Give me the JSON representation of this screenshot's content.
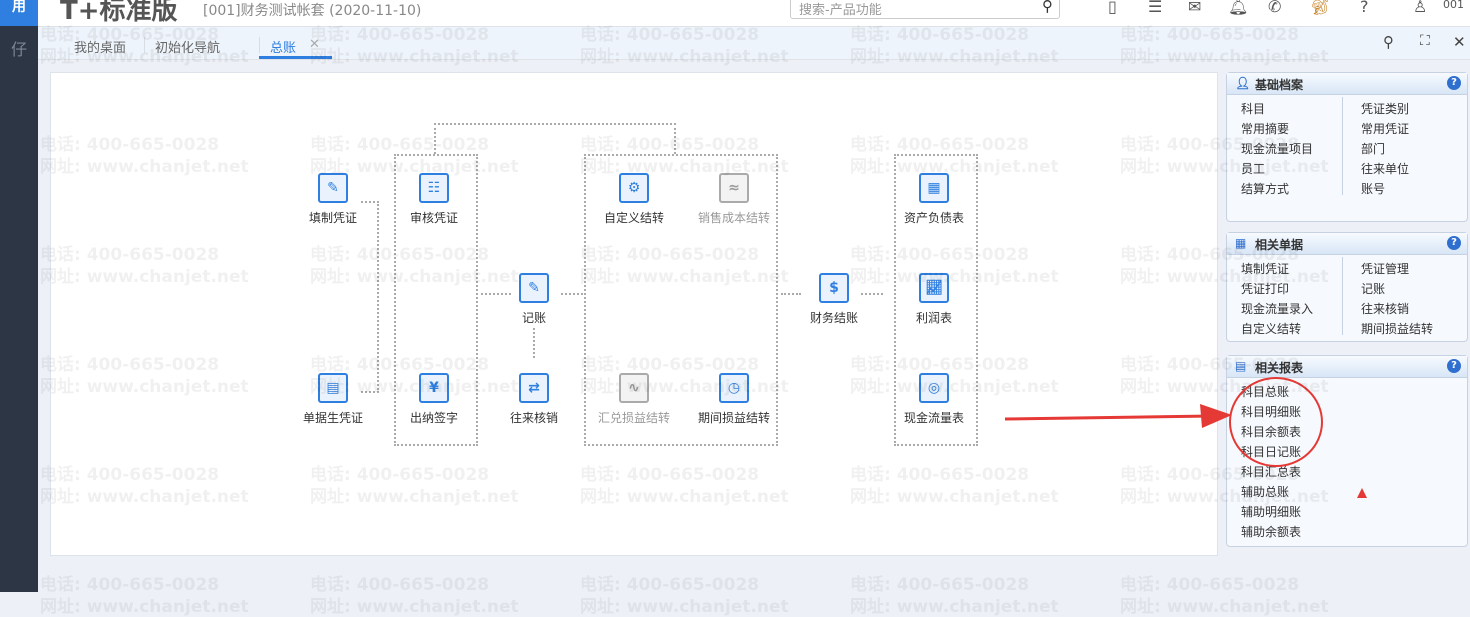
{
  "app": {
    "logo": "用",
    "brand": "T+标准版",
    "account": "[001]财务测试帐套  (2020-11-10)",
    "sidebar_item": "仔"
  },
  "search": {
    "placeholder": "搜索-产品功能"
  },
  "user": {
    "code": "001"
  },
  "tabs": [
    {
      "label": "我的桌面"
    },
    {
      "label": "初始化导航"
    },
    {
      "label": "总账",
      "active": true
    }
  ],
  "flow": {
    "nodes": [
      {
        "label": "填制凭证",
        "icon": "voucher-edit-icon"
      },
      {
        "label": "单据生凭证",
        "icon": "receipt-voucher-icon"
      },
      {
        "label": "审核凭证",
        "icon": "audit-icon"
      },
      {
        "label": "出纳签字",
        "icon": "cashier-sign-icon"
      },
      {
        "label": "记账",
        "icon": "post-ledger-icon"
      },
      {
        "label": "往来核销",
        "icon": "write-off-icon"
      },
      {
        "label": "自定义结转",
        "icon": "custom-transfer-icon"
      },
      {
        "label": "销售成本结转",
        "icon": "sales-cost-icon",
        "disabled": true
      },
      {
        "label": "汇兑损益结转",
        "icon": "exchange-icon",
        "disabled": true
      },
      {
        "label": "期间损益结转",
        "icon": "period-pl-icon"
      },
      {
        "label": "财务结账",
        "icon": "close-books-icon"
      },
      {
        "label": "资产负债表",
        "icon": "balance-sheet-icon"
      },
      {
        "label": "利润表",
        "icon": "income-statement-icon"
      },
      {
        "label": "现金流量表",
        "icon": "cash-flow-icon"
      }
    ]
  },
  "panels": [
    {
      "title": "基础档案",
      "left": [
        "科目",
        "常用摘要",
        "现金流量项目",
        "员工",
        "结算方式"
      ],
      "right": [
        "凭证类别",
        "常用凭证",
        "部门",
        "往来单位",
        "账号"
      ]
    },
    {
      "title": "相关单据",
      "left": [
        "填制凭证",
        "凭证打印",
        "现金流量录入",
        "自定义结转"
      ],
      "right": [
        "凭证管理",
        "记账",
        "往来核销",
        "期间损益结转"
      ]
    },
    {
      "title": "相关报表",
      "left": [
        "科目总账",
        "科目明细账",
        "科目余额表",
        "科目日记账",
        "科目汇总表",
        "辅助总账",
        "辅助明细账",
        "辅助余额表"
      ],
      "right": []
    }
  ],
  "watermark": {
    "phone": "电话: 400-665-0028",
    "site": "网址: www.chanjet.net"
  },
  "colors": {
    "accent": "#2f7fe0",
    "annotation": "#e53935"
  }
}
